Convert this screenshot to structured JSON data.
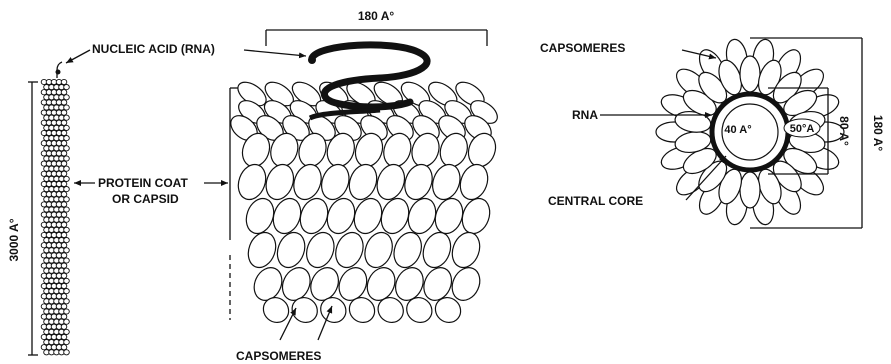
{
  "labels": {
    "nucleic_acid": "NUCLEIC ACID (RNA)",
    "protein_coat_1": "PROTEIN COAT",
    "protein_coat_2": "OR CAPSID",
    "capsomeres_bottom": "CAPSOMERES",
    "capsomeres_right": "CAPSOMERES",
    "rna": "RNA",
    "central_core": "CENTRAL CORE",
    "dim_length": "3000 A°",
    "dim_width": "180 A°",
    "dim_right_outer": "180 A°",
    "dim_right_inner": "80 A°",
    "dim_core": "40 A°",
    "dim_rna": "50°A"
  },
  "colors": {
    "ink": "#111111",
    "paper": "#ffffff"
  }
}
